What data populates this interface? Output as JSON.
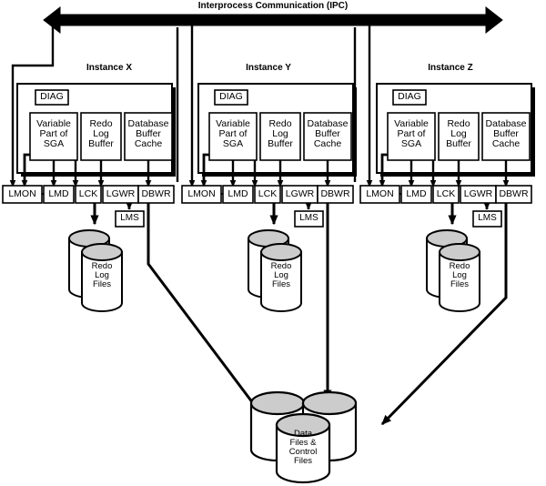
{
  "diagram": {
    "title": "Oracle Real Application Clusters architecture",
    "bus": {
      "label": "Interprocess Communication (IPC)",
      "arrow_style": "double-headed",
      "color": "#000000"
    },
    "colors": {
      "line": "#000000",
      "fill": "#ffffff",
      "cylinder_top": "#cccccc",
      "text": "#000000"
    },
    "instances": [
      {
        "title": "Instance X",
        "sga": {
          "diag_label": "DIAG",
          "components": [
            {
              "label": "Variable\nPart of\nSGA"
            },
            {
              "label": "Redo\nLog\nBuffer"
            },
            {
              "label": "Database\nBuffer\nCache"
            }
          ]
        },
        "processes": [
          {
            "label": "LMON"
          },
          {
            "label": "LMD"
          },
          {
            "label": "LCK"
          },
          {
            "label": "LGWR"
          },
          {
            "label": "DBWR"
          }
        ],
        "lms_label": "LMS",
        "redo_label": "Redo\nLog\nFiles"
      },
      {
        "title": "Instance Y",
        "sga": {
          "diag_label": "DIAG",
          "components": [
            {
              "label": "Variable\nPart of\nSGA"
            },
            {
              "label": "Redo\nLog\nBuffer"
            },
            {
              "label": "Database\nBuffer\nCache"
            }
          ]
        },
        "processes": [
          {
            "label": "LMON"
          },
          {
            "label": "LMD"
          },
          {
            "label": "LCK"
          },
          {
            "label": "LGWR"
          },
          {
            "label": "DBWR"
          }
        ],
        "lms_label": "LMS",
        "redo_label": "Redo\nLog\nFiles"
      },
      {
        "title": "Instance Z",
        "sga": {
          "diag_label": "DIAG",
          "components": [
            {
              "label": "Variable\nPart of\nSGA"
            },
            {
              "label": "Redo\nLog\nBuffer"
            },
            {
              "label": "Database\nBuffer\nCache"
            }
          ]
        },
        "processes": [
          {
            "label": "LMON"
          },
          {
            "label": "LMD"
          },
          {
            "label": "LCK"
          },
          {
            "label": "LGWR"
          },
          {
            "label": "DBWR"
          }
        ],
        "lms_label": "LMS",
        "redo_label": "Redo\nLog\nFiles"
      }
    ],
    "shared_storage": {
      "label": "Data\nFiles &\nControl\nFiles",
      "cylinder_count": 3
    }
  }
}
